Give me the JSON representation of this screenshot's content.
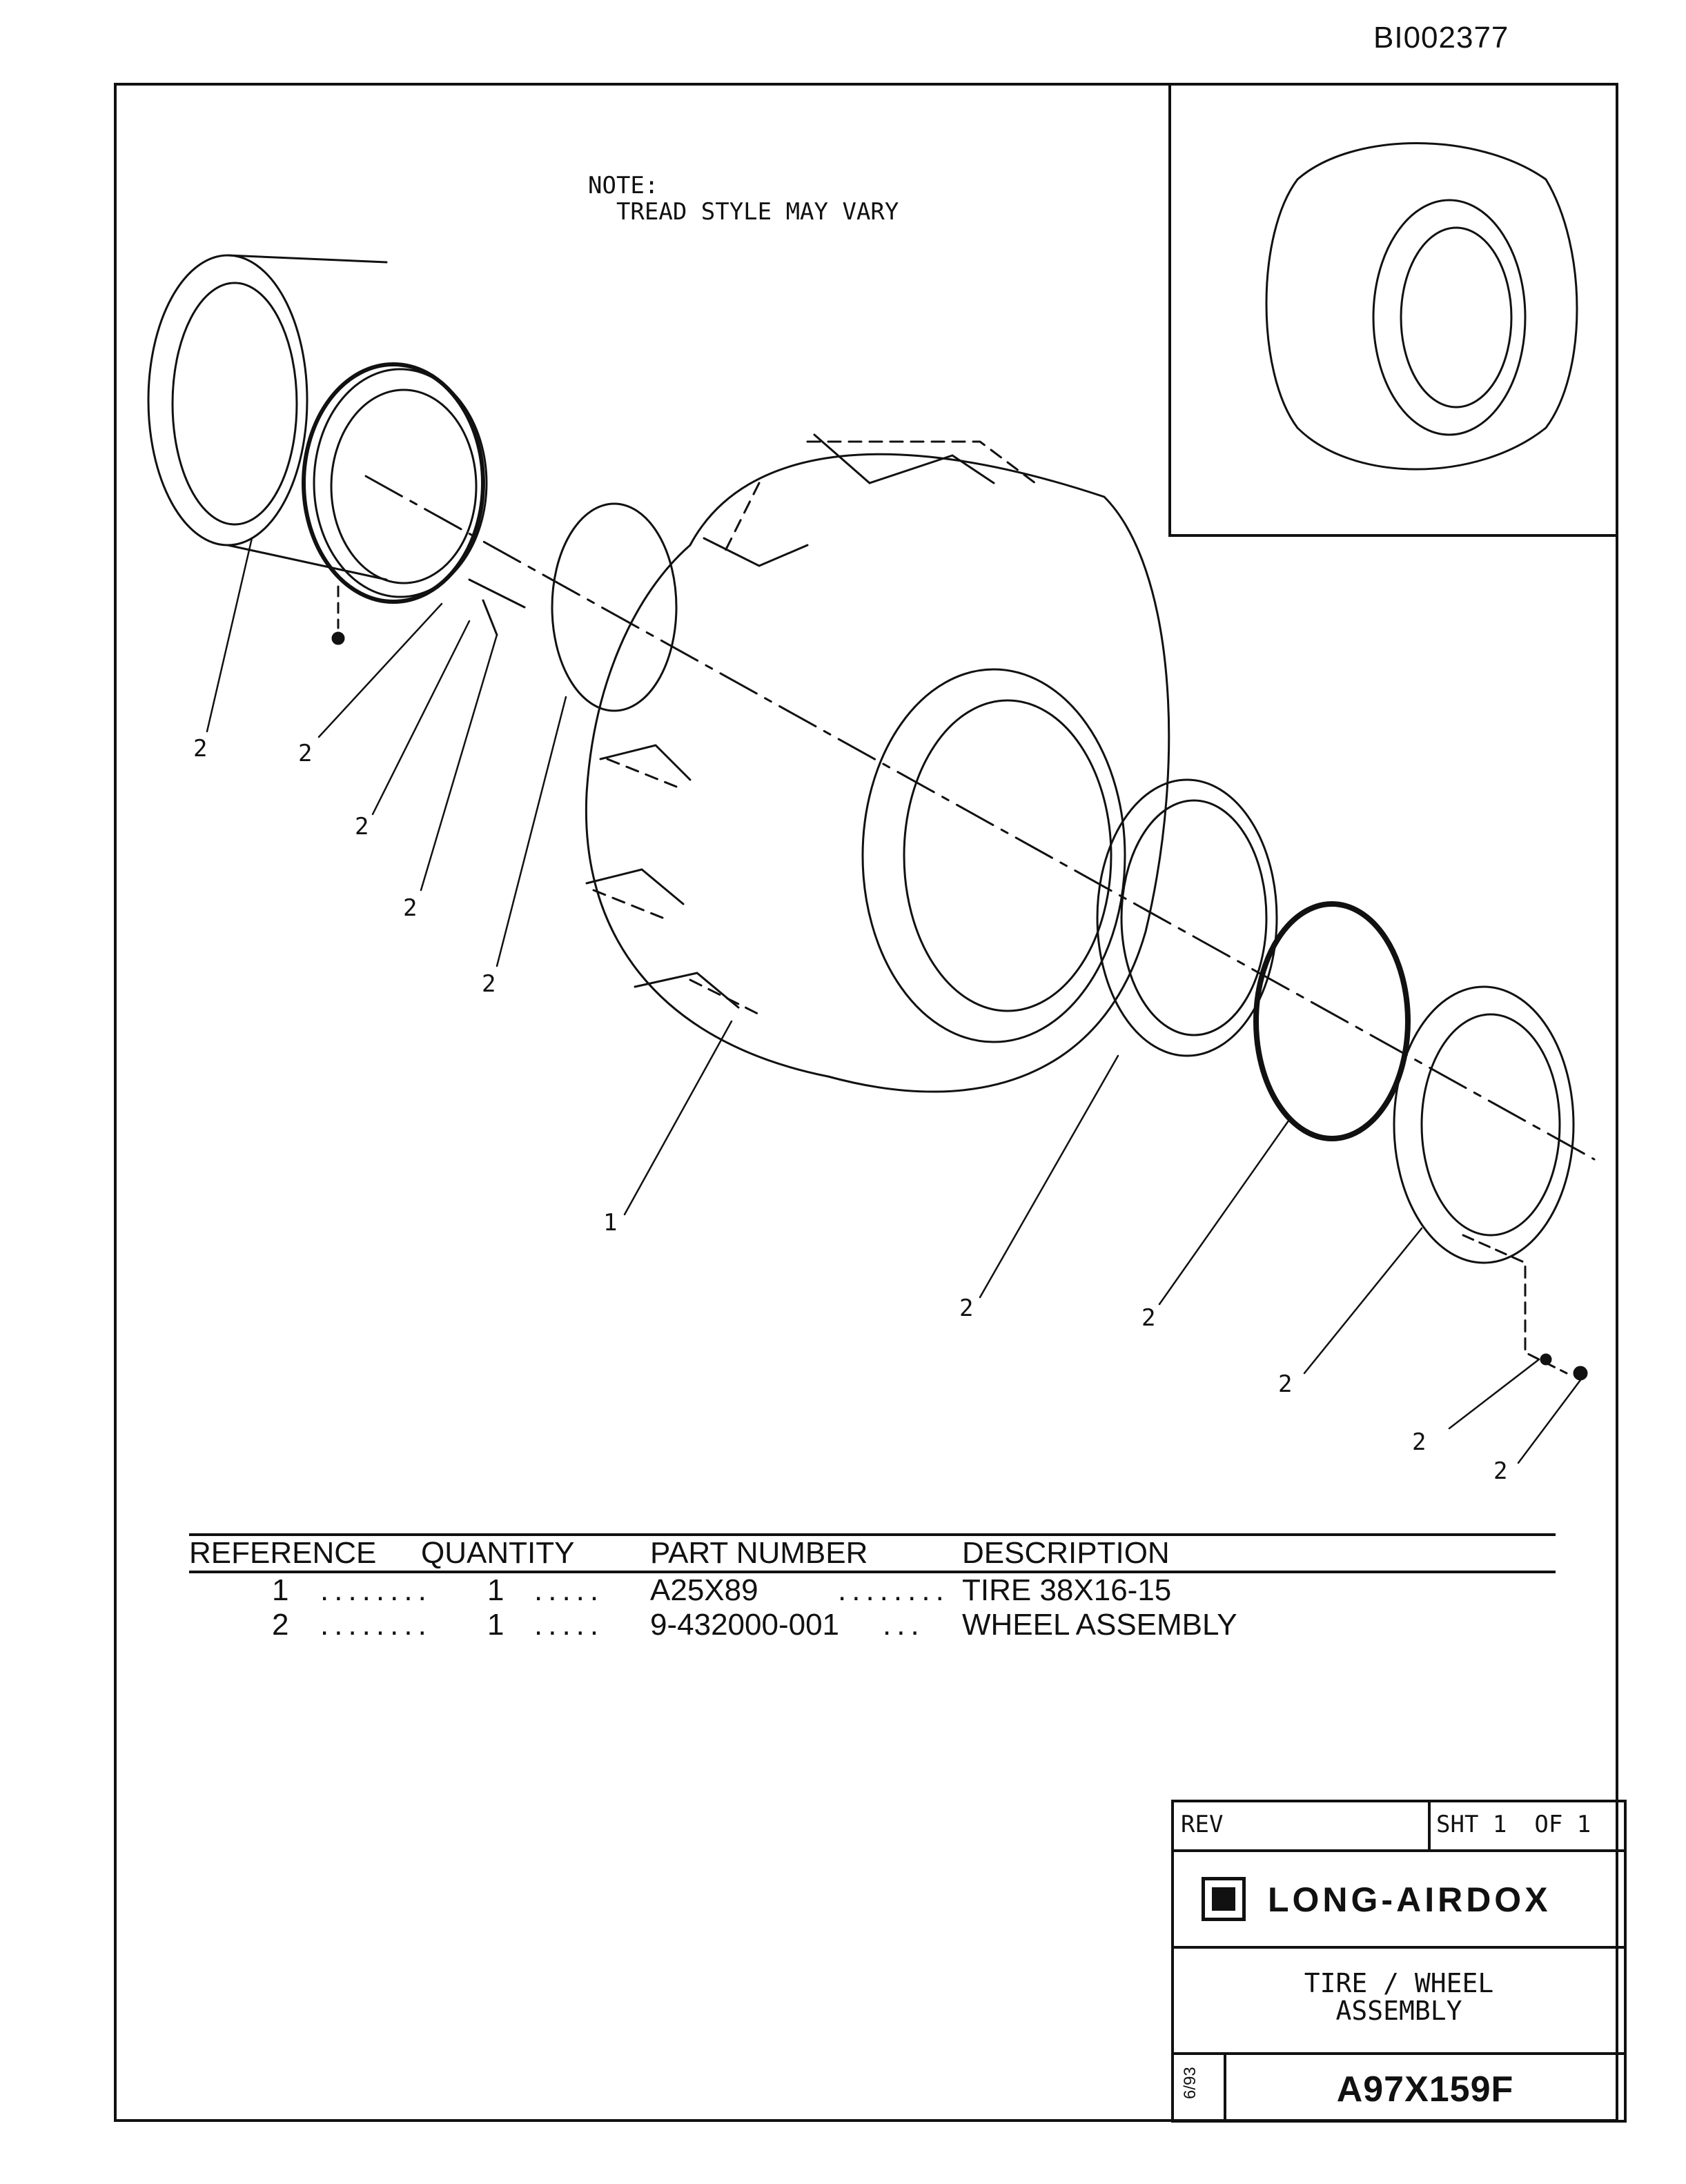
{
  "document_id": "BI002377",
  "note": {
    "heading": "NOTE:",
    "text": "TREAD STYLE MAY VARY"
  },
  "callouts": [
    "2",
    "2",
    "2",
    "2",
    "2",
    "1",
    "2",
    "2",
    "2",
    "2",
    "2"
  ],
  "parts_table": {
    "headers": {
      "reference": "REFERENCE",
      "quantity": "QUANTITY",
      "part_number": "PART NUMBER",
      "description": "DESCRIPTION"
    },
    "rows": [
      {
        "reference": "1",
        "quantity": "1",
        "part_number": "A25X89",
        "description": "TIRE 38X16-15"
      },
      {
        "reference": "2",
        "quantity": "1",
        "part_number": "9-432000-001",
        "description": "WHEEL ASSEMBLY"
      }
    ]
  },
  "title_block": {
    "rev_label": "REV",
    "sheet_label": "SHT 1",
    "of_label": "OF 1",
    "company": "LONG-AIRDOX",
    "title_line1": "TIRE / WHEEL",
    "title_line2": "ASSEMBLY",
    "date": "6/93",
    "drawing_number": "A97X159F"
  },
  "icons": {
    "logo": "long-airdox-logo-icon"
  },
  "colors": {
    "ink": "#111111",
    "paper": "#ffffff"
  }
}
